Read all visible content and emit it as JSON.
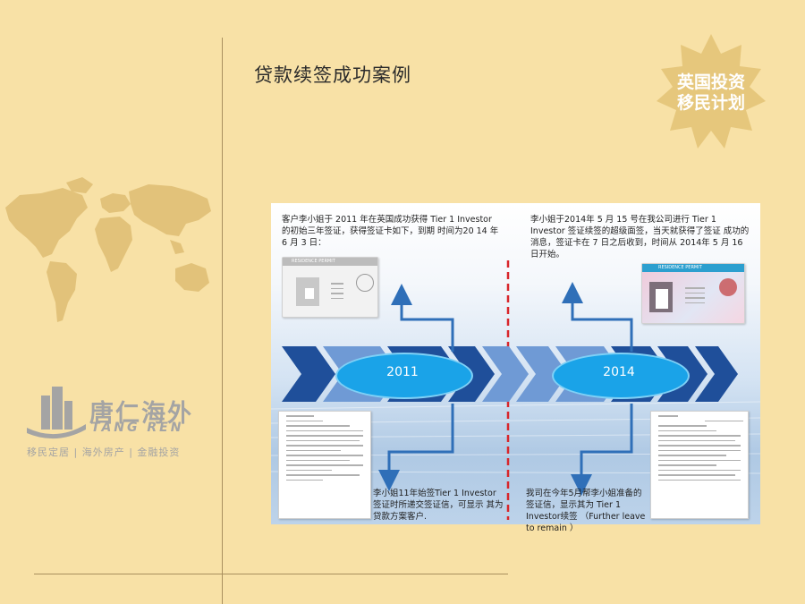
{
  "slide": {
    "title": "贷款续签成功案例",
    "badge": {
      "line1": "英国投资",
      "line2": "移民计划"
    }
  },
  "brand": {
    "name_cn": "唐仁海外",
    "name_en": "TANG REN",
    "tagline": "移民定居 | 海外房产 | 金融投资"
  },
  "case": {
    "left_intro": "客户李小姐于 2011 年在英国成功获得 Tier 1 Investor 的初始三年签证，获得签证卡如下，到期 时间为20 14 年 6 月 3 日：",
    "right_intro": "李小姐于2014年 5 月 15 号在我公司进行 Tier 1 Investor 签证续签的超级面签，当天就获得了签证 成功的消息，签证卡在 7 日之后收到，时间从 2014年 5 月 16 日开始。",
    "year_left": "2011",
    "year_right": "2014",
    "left_bottom": "李小姐11年始签Tier 1 Investor 签证时所递交签证信，可显示 其为贷款方案客户.",
    "right_bottom": "我司在今年5月帮李小姐准备的签证信，显示其为 Tier 1 Investor续签 （Further leave to remain ）",
    "permit_label": "RESIDENCE PERMIT"
  },
  "colors": {
    "background": "#f8e1a6",
    "star": "#e6c77c",
    "arrow_dark": "#1f4f9a",
    "arrow_light": "#6f9ad5",
    "ellipse": "#1aa3e8",
    "divider": "#d8262b"
  }
}
